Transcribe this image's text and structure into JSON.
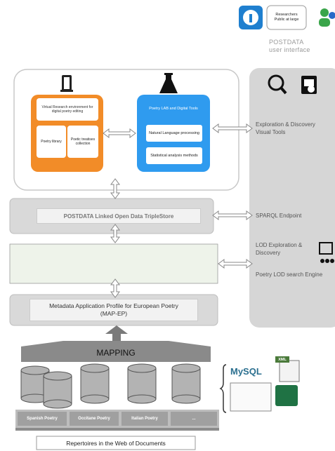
{
  "header": {
    "researchers_line1": "Researchers",
    "researchers_line2": "Public at large",
    "ui_line1": "POSTDATA",
    "ui_line2": "user interface"
  },
  "research_env": {
    "title": "Virtual Research environment for digital poetry editing",
    "poetry_library": "Poetry library",
    "treatises": "Poetic treatises collection"
  },
  "lab": {
    "title": "Poetry LAB and Digital Tools",
    "nlp": "Natural Language processing",
    "stats": "Statistical analysis methods"
  },
  "triplestore": {
    "label": "POSTDATA Linked Open  Data TripleStore"
  },
  "map_ep": {
    "line1": "Metadata Application Profile for European Poetry",
    "line2": "(MAP-EP)"
  },
  "mapping": {
    "label": "MAPPING"
  },
  "repositories": [
    "Spanish Poetry",
    "Occitane Poetry",
    "Italian Poetry",
    "..."
  ],
  "footer": {
    "label": "Repertoires in the Web of Documents"
  },
  "right_panel": {
    "exploration": "Exploration & Discovery Visual Tools",
    "sparql": "SPARQL Endpoint",
    "lod_exploration": "LOD Exploration & Discovery",
    "lod_search": "Poetry LOD search Engine"
  },
  "formats": {
    "mysql": "MySQL",
    "xml": "XML"
  },
  "colors": {
    "orange": "#f28c28",
    "blue": "#2f9bef",
    "panel": "#d6d6d6",
    "box": "#e0e0e0",
    "ui_text": "#9a9a9a"
  }
}
